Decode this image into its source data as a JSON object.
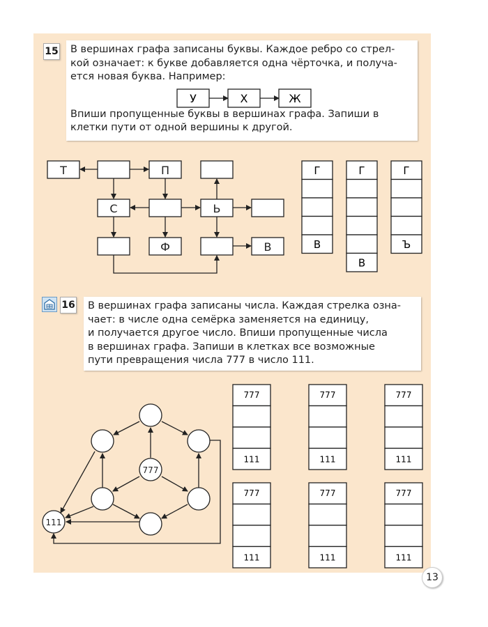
{
  "task15": {
    "number": "15",
    "text_lines": [
      "В вершинах графа записаны буквы. Каждое ребро со стрел-",
      "кой означает: к букве добавляется одна чёрточка, и получа-",
      "ется новая буква. Например:"
    ],
    "example_letters": [
      "У",
      "Х",
      "Ж"
    ],
    "text_lines_2": [
      "Впиши пропущенные буквы в вершинах графа. Запиши в",
      "клетки пути от одной вершины к другой."
    ],
    "graph_letters": {
      "t": "Т",
      "p": "П",
      "s": "С",
      "soft": "Ь",
      "f": "Ф",
      "v": "В"
    },
    "columns": [
      {
        "top": "Г",
        "bottom": "В"
      },
      {
        "top": "Г",
        "bottom": "В"
      },
      {
        "top": "Г",
        "bottom": "Ъ"
      }
    ]
  },
  "task16": {
    "number": "16",
    "text_lines": [
      "В вершинах графа записаны числа. Каждая стрелка озна-",
      "чает: в числе одна семёрка заменяется на единицу,",
      "и получается другое число. Впиши пропущенные числа",
      "в вершинах графа. Запиши в клетках все возможные",
      "пути превращения числа 777 в число 111."
    ],
    "graph_start": "777",
    "graph_end": "111",
    "tables": [
      {
        "top": "777",
        "bottom": "111"
      },
      {
        "top": "777",
        "bottom": "111"
      },
      {
        "top": "777",
        "bottom": "111"
      },
      {
        "top": "777",
        "bottom": "111"
      },
      {
        "top": "777",
        "bottom": "111"
      },
      {
        "top": "777",
        "bottom": "111"
      }
    ]
  },
  "page_number": "13",
  "colors": {
    "panel_bg": "#fbe6cc",
    "line": "#222222"
  }
}
